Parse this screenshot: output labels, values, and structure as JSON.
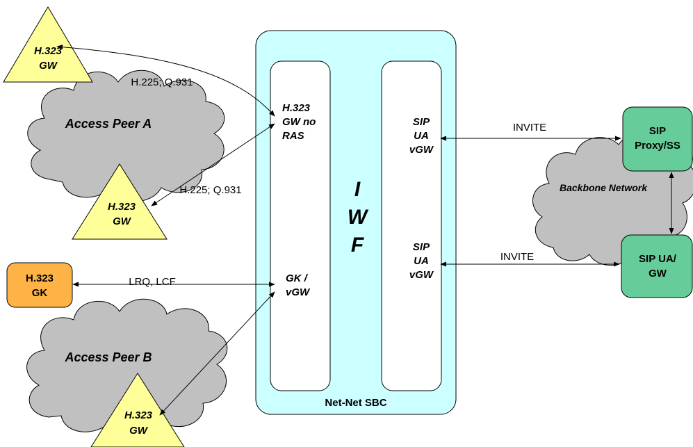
{
  "sbc": {
    "label": "Net-Net SBC",
    "fill": "#ccffff"
  },
  "iwf": {
    "letters": [
      "I",
      "W",
      "F"
    ]
  },
  "left_module": {
    "h323_gw_no_ras": [
      "H.323",
      "GW no",
      "RAS"
    ],
    "gk_vgw": [
      "GK /",
      "vGW"
    ]
  },
  "right_module": {
    "sip_upper": [
      "SIP",
      "UA",
      "vGW"
    ],
    "sip_lower": [
      "SIP",
      "UA",
      "vGW"
    ]
  },
  "clouds": {
    "access_peer_a": "Access Peer A",
    "access_peer_b": "Access Peer B",
    "backbone": "Backbone Network",
    "fill": "#c0c0c0"
  },
  "gateways": {
    "top_a": [
      "H.323",
      "GW"
    ],
    "bottom_a": [
      "H.323",
      "GW"
    ],
    "bottom_b": [
      "H.323",
      "GW"
    ],
    "fill": "#ffff99"
  },
  "gatekeeper": {
    "lines": [
      "H.323",
      "GK"
    ],
    "fill": "#ffb347"
  },
  "sip_nodes": {
    "proxy": [
      "SIP",
      "Proxy/SS"
    ],
    "ua_gw": [
      "SIP UA/",
      "GW"
    ],
    "fill": "#66cc99"
  },
  "links": {
    "top_gw_a": "H.225; Q.931",
    "bottom_gw_a": "H.225; Q.931",
    "gk": "LRQ, LCF",
    "invite_upper": "INVITE",
    "invite_lower": "INVITE"
  }
}
